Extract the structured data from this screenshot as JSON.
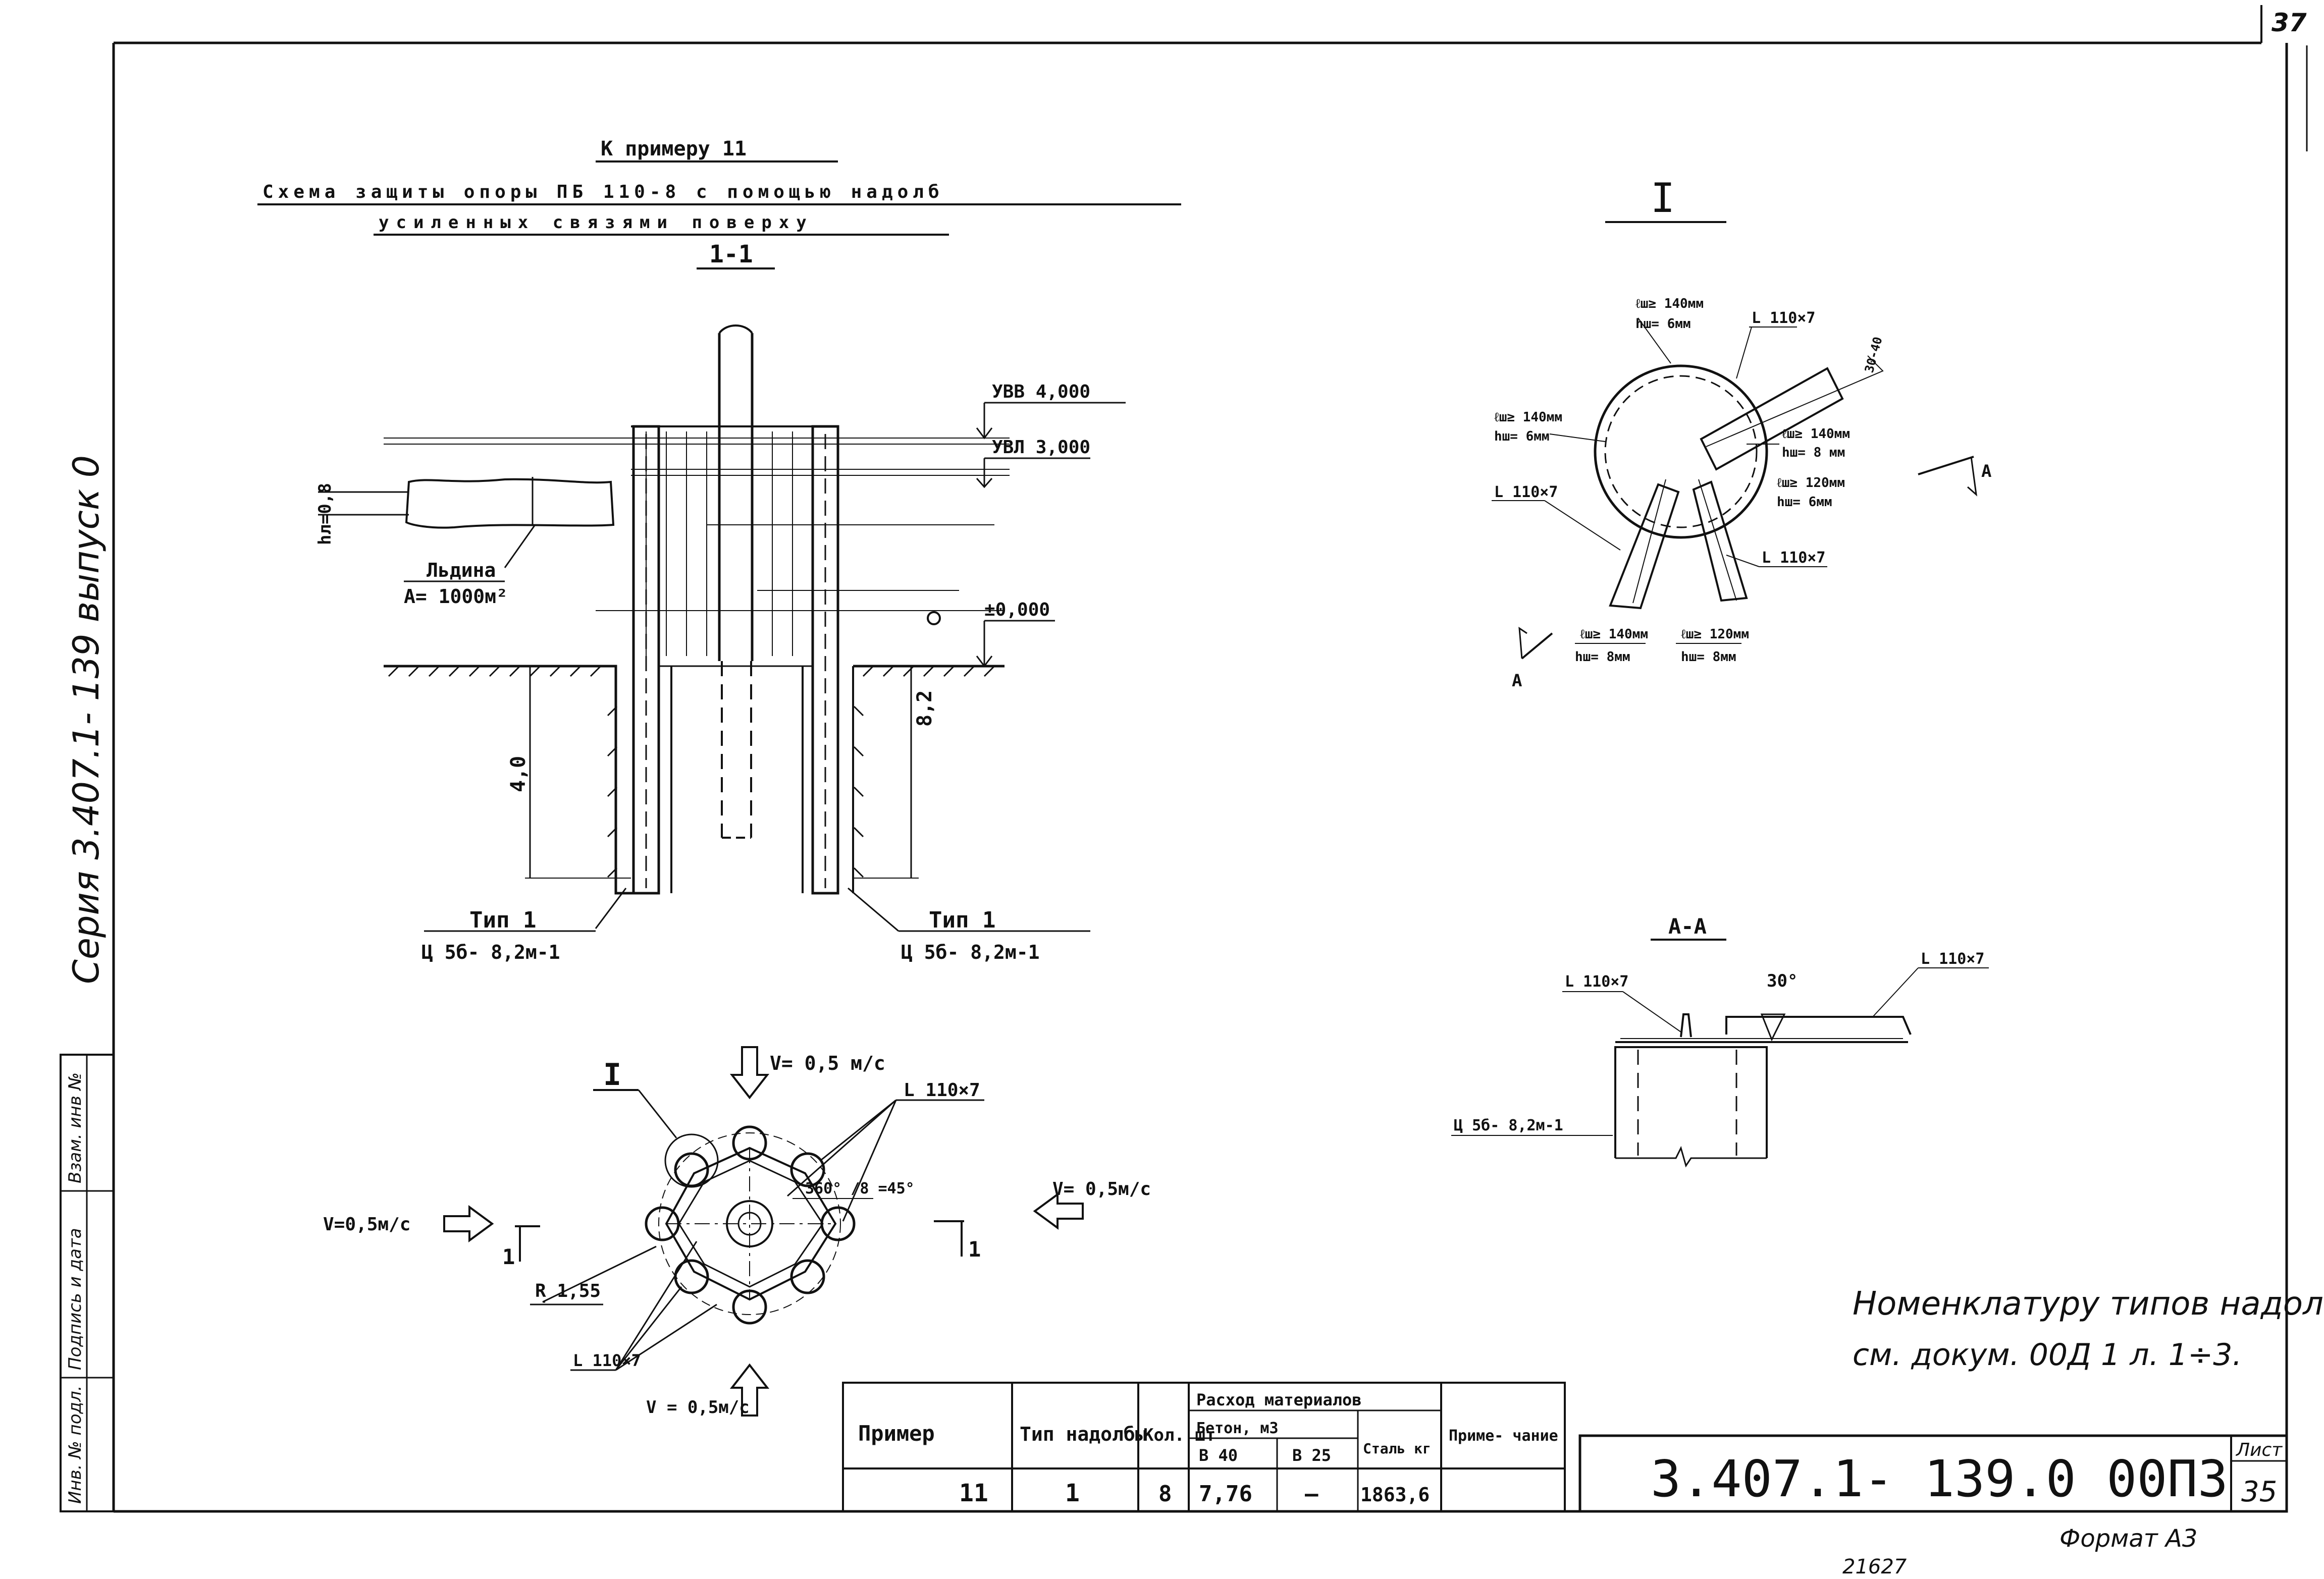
{
  "sheet": {
    "corner_number": "37",
    "series_text": "Серия 3.407.1- 139 выпуск 0",
    "format": "Формат А3",
    "bottom_number": "21627"
  },
  "side_stamp": {
    "cells": [
      "Инв. № подл.",
      "Подпись и дата",
      "Взам. инв №"
    ]
  },
  "title": {
    "line1": "К примеру 11",
    "line2": "Схема защиты опоры ПБ 110-8 с помощью надолб",
    "line3": "усиленных связями поверху"
  },
  "section11": {
    "label": "1-1",
    "uvv": "УВВ 4,000",
    "uvl": "УВЛ 3,000",
    "zero": "±0,000",
    "ice_thickness": "hл=0,8",
    "ice_label": "Льдина",
    "ice_area": "A= 1000м²",
    "depth_left": "4,0",
    "depth_right": "8,2",
    "type_left_1": "Тип 1",
    "type_left_2": "Ц 5б- 8,2м-1",
    "type_right_1": "Тип 1",
    "type_right_2": "Ц 5б- 8,2м-1"
  },
  "plan": {
    "mark_I": "I",
    "v_top": "V= 0,5 м/с",
    "v_left": "V=0,5м/с",
    "v_right": "V= 0,5м/с",
    "v_bottom": "V = 0,5м/с",
    "angle_label": "360° /8 =45°",
    "radius": "R 1,55",
    "angle_top": "L 110×7",
    "angle_bottom": "L 110×7",
    "cut_left": "1",
    "cut_right": "1"
  },
  "detailI": {
    "label": "I",
    "w1a": "ℓш≥ 140мм",
    "w1b": "hш= 6мм",
    "w2a": "ℓш≥ 140мм",
    "w2b": "hш= 6мм",
    "w3a": "ℓш≥ 140мм",
    "w3b": "hш= 8 мм",
    "w4a": "ℓш≥ 120мм",
    "w4b": "hш= 6мм",
    "w5a": "ℓш≥ 140мм",
    "w5b": "hш= 8мм",
    "w6a": "ℓш≥ 120мм",
    "w6b": "hш= 8мм",
    "angle1": "L 110×7",
    "angle2": "L 110×7",
    "angle3": "L 110×7",
    "arrow_A1": "A",
    "arrow_A2": "A",
    "small_dim": "30-40"
  },
  "sectionAA": {
    "label": "А-А",
    "angle_left": "L 110×7",
    "angle_right": "L 110×7",
    "degree": "30°",
    "pile": "Ц 5б- 8,2м-1"
  },
  "note": {
    "line1": "Номенклатуру типов надолб",
    "line2": "см. докум. 00Д 1   л. 1÷3."
  },
  "table": {
    "h_example": "Пример",
    "h_type": "Тип надолбы",
    "h_qty": "Кол. шт",
    "h_materials": "Расход материалов",
    "h_concrete": "Бетон, м3",
    "h_b40": "В 40",
    "h_b25": "В 25",
    "h_steel": "Сталь кг",
    "h_note": "Приме- чание",
    "row_example": "11",
    "row_type": "1",
    "row_qty": "8",
    "row_b40": "7,76",
    "row_b25": "—",
    "row_steel": "1863,6",
    "row_note": ""
  },
  "stamp": {
    "code": "3.407.1- 139.0 00П3",
    "sheet_label": "Лист",
    "sheet_no": "35"
  }
}
